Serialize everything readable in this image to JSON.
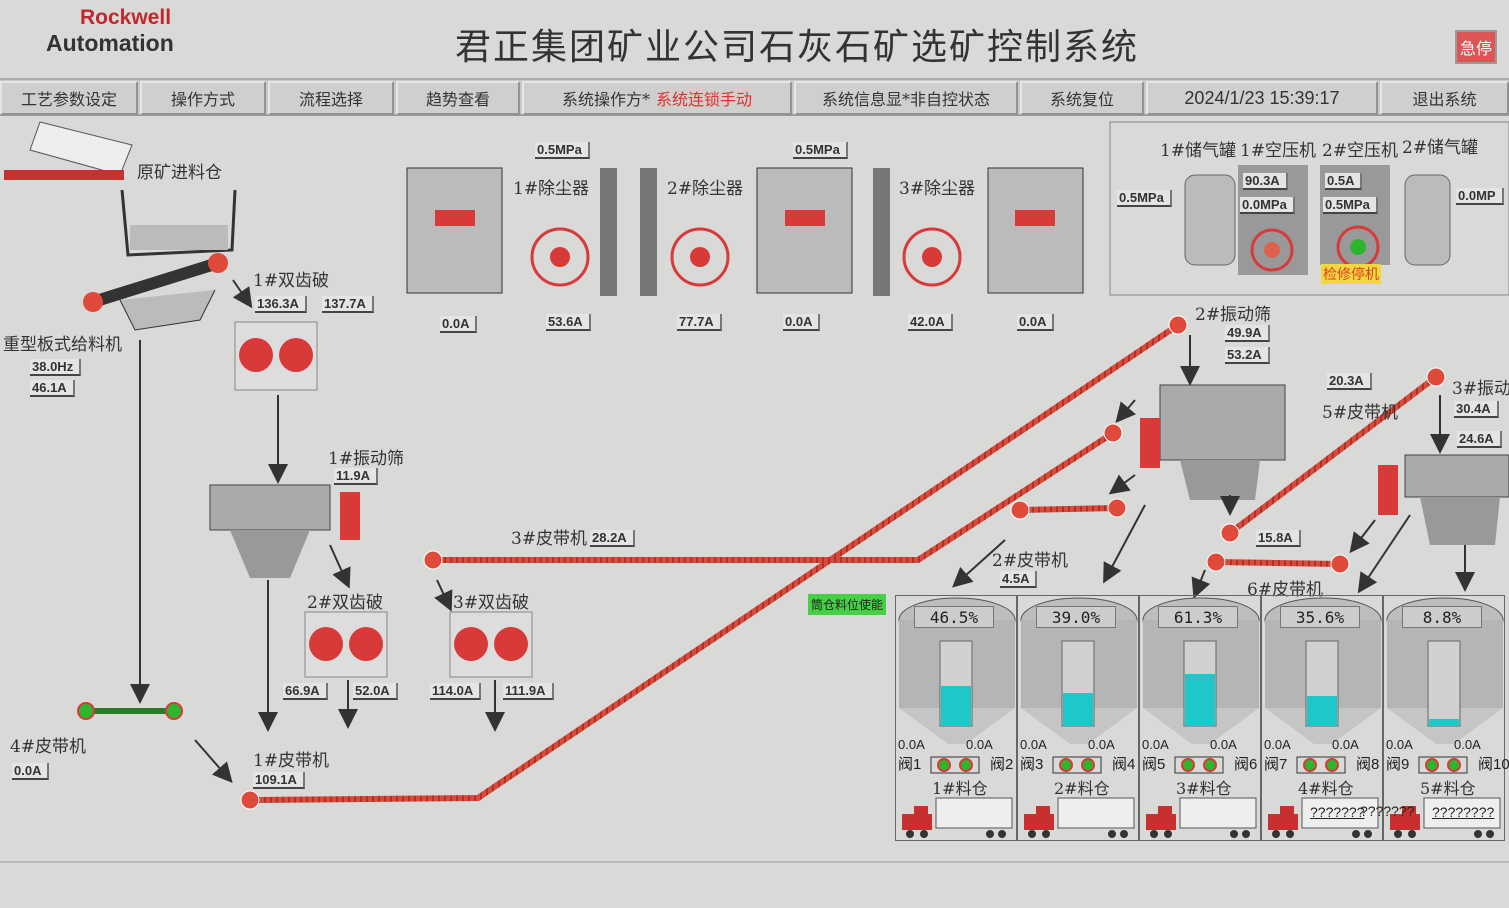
{
  "header": {
    "logo_line1": "Rockwell",
    "logo_line2": "Automation",
    "title": "君正集团矿业公司石灰石矿选矿控制系统",
    "estop": "急停"
  },
  "nav": {
    "items": [
      "工艺参数设定",
      "操作方式",
      "流程选择",
      "趋势查看"
    ],
    "op_mode_label": "系统操作方*",
    "op_mode_value": "系统连锁手动",
    "info": "系统信息显*非自控状态",
    "reset": "系统复位",
    "datetime": "2024/1/23 15:39:17",
    "exit": "退出系统"
  },
  "colors": {
    "running": "#e04a3a",
    "stopped": "#2db52d",
    "level": "#1ec8c8"
  },
  "labels": {
    "bin": "原矿进料仓",
    "crusher1": "1#双齿破",
    "feeder": "重型板式给料机",
    "screen1": "1#振动筛",
    "crusher2": "2#双齿破",
    "crusher3": "3#双齿破",
    "belt3": "3#皮带机",
    "belt4": "4#皮带机",
    "belt1": "1#皮带机",
    "dust1": "1#除尘器",
    "dust2": "2#除尘器",
    "dust3": "3#除尘器",
    "tank1": "1#储气罐",
    "comp1": "1#空压机",
    "comp2": "2#空压机",
    "tank2": "2#储气罐",
    "screen2": "2#振动筛",
    "belt5": "5#皮带机",
    "screen3": "3#振动",
    "belt6": "6#皮带机",
    "belt2": "2#皮带机",
    "enable": "筒仓料位使能",
    "maint": "检修停机"
  },
  "values": {
    "c1a": "136.3A",
    "c1b": "137.7A",
    "feeder_hz": "38.0Hz",
    "feeder_a": "46.1A",
    "s1": "11.9A",
    "c2a": "66.9A",
    "c2b": "52.0A",
    "c3a": "114.0A",
    "c3b": "111.9A",
    "belt3": "28.2A",
    "belt4": "0.0A",
    "belt1": "109.1A",
    "dust1_p": "0.5MPa",
    "dust2_p": "0.5MPa",
    "d1": "0.0A",
    "d2": "53.6A",
    "d3": "77.7A",
    "d4": "0.0A",
    "d5": "42.0A",
    "d6": "0.0A",
    "tank1_p": "0.5MPa",
    "comp1_a": "90.3A",
    "comp1_p": "0.0MPa",
    "comp2_a": "0.5A",
    "comp2_p": "0.5MPa",
    "tank2_p": "0.0MP",
    "s2a": "49.9A",
    "s2b": "53.2A",
    "belt5": "20.3A",
    "s3a": "30.4A",
    "s3b": "24.6A",
    "belt6": "15.8A",
    "belt2": "4.5A"
  },
  "silos": [
    {
      "name": "1#料仓",
      "level": "46.5%",
      "level_value": 46.5,
      "a1": "0.0A",
      "a2": "0.0A",
      "v1": "阀1",
      "v2": "阀2",
      "truck": ""
    },
    {
      "name": "2#料仓",
      "level": "39.0%",
      "level_value": 39.0,
      "a1": "0.0A",
      "a2": "0.0A",
      "v1": "阀3",
      "v2": "阀4",
      "truck": ""
    },
    {
      "name": "3#料仓",
      "level": "61.3%",
      "level_value": 61.3,
      "a1": "0.0A",
      "a2": "0.0A",
      "v1": "阀5",
      "v2": "阀6",
      "truck": ""
    },
    {
      "name": "4#料仓",
      "level": "35.6%",
      "level_value": 35.6,
      "a1": "0.0A",
      "a2": "0.0A",
      "v1": "阀7",
      "v2": "阀8",
      "truck": "???????"
    },
    {
      "name": "5#料仓",
      "level": "8.8%",
      "level_value": 8.8,
      "a1": "0.0A",
      "a2": "0.0A",
      "v1": "阀9",
      "v2": "阀10",
      "truck": "????????"
    }
  ],
  "truck_overflow": "???????"
}
